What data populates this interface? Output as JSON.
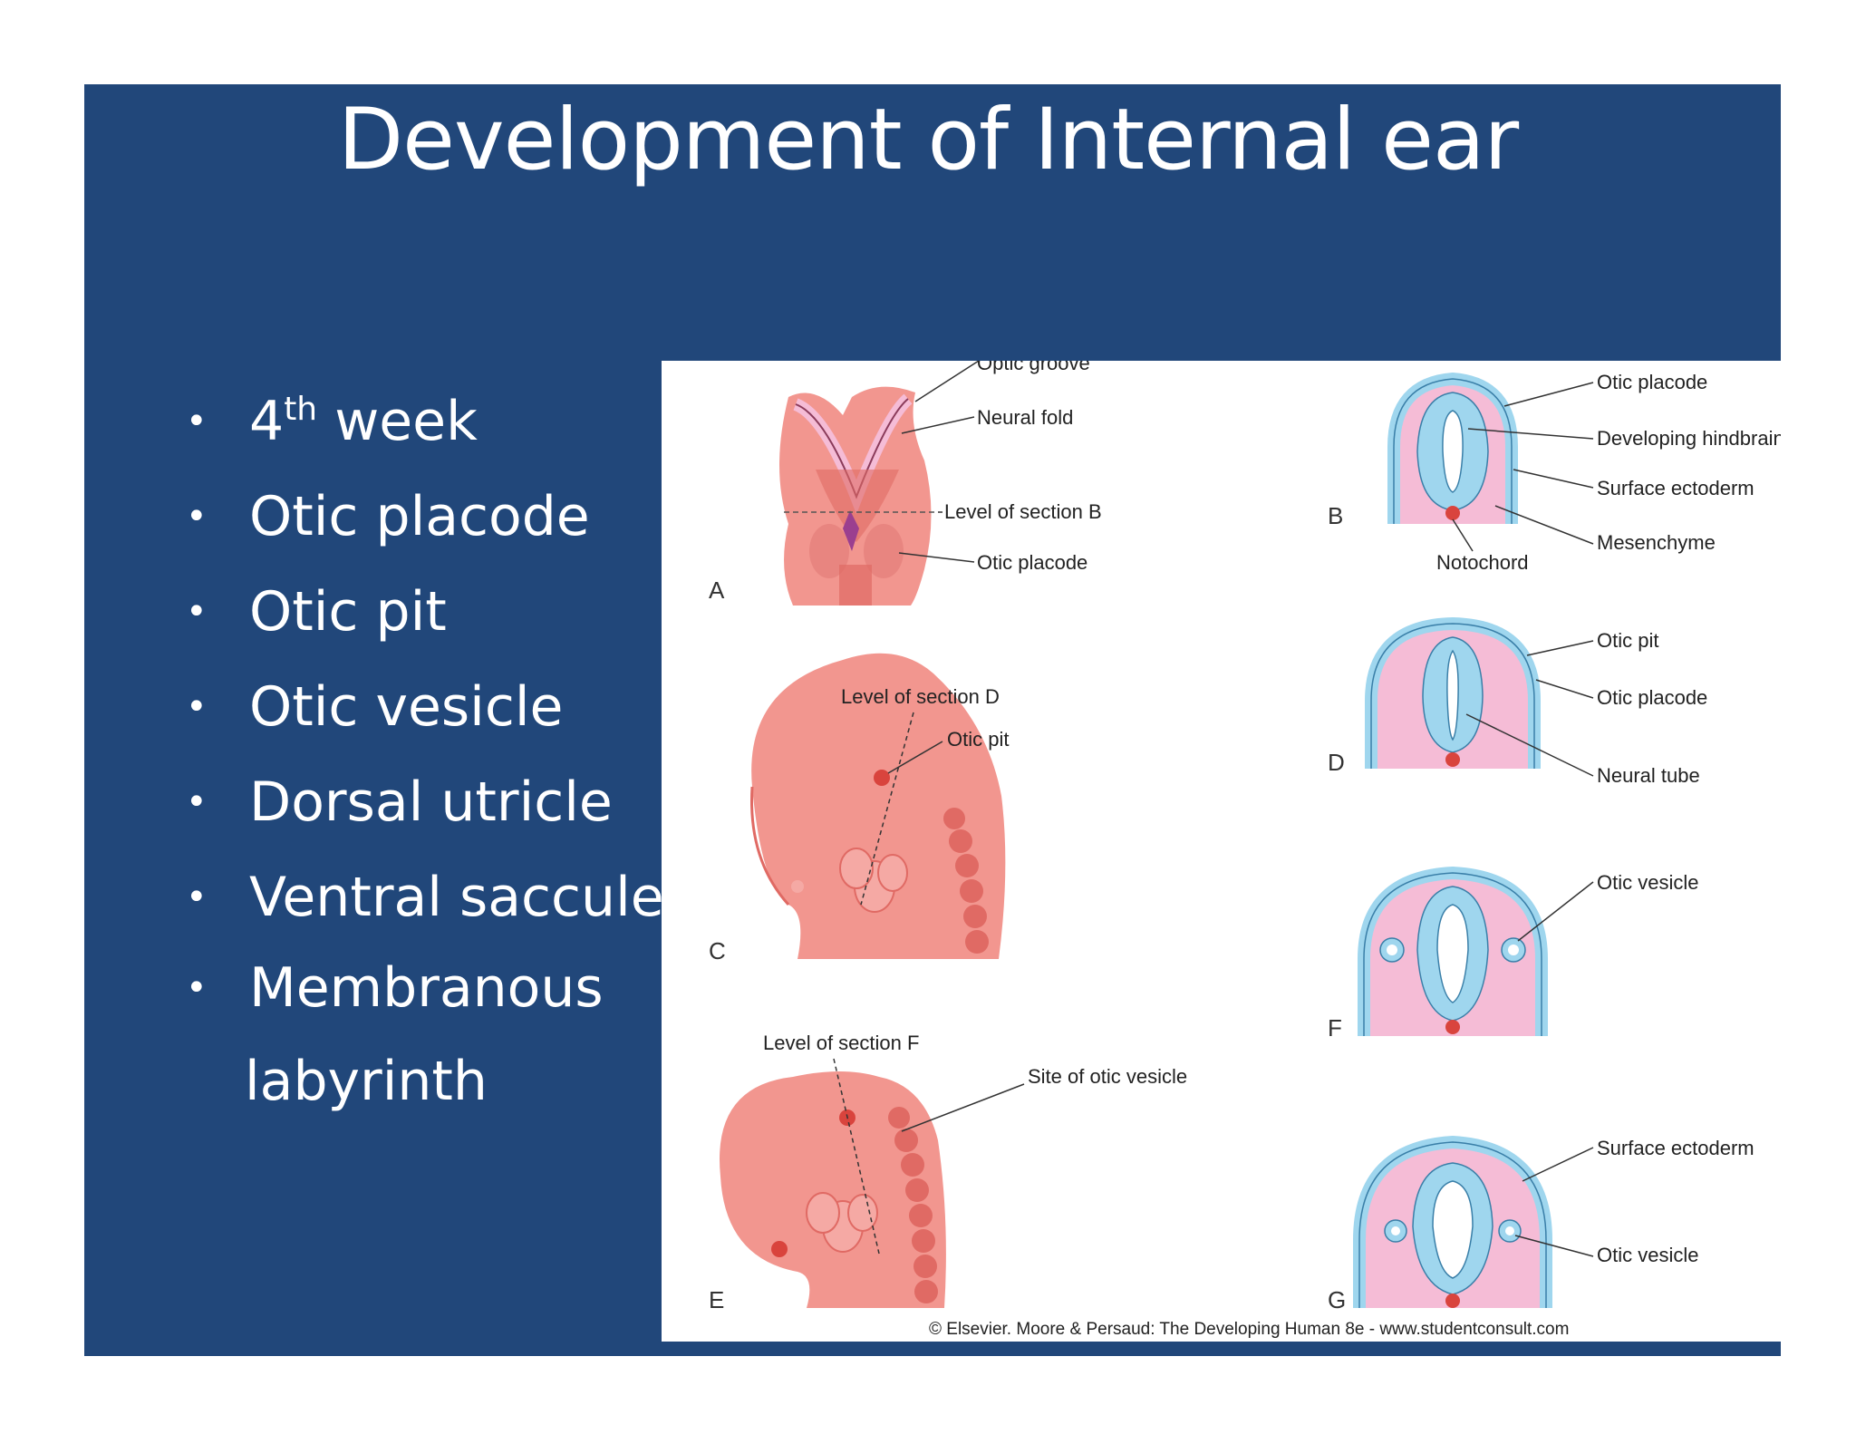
{
  "slide": {
    "title": "Development of Internal ear",
    "bullets": [
      {
        "main": "4",
        "sup": "th",
        "rest": " week"
      },
      {
        "main": "Otic placode"
      },
      {
        "main": "Otic pit"
      },
      {
        "main": "Otic vesicle"
      },
      {
        "main": "Dorsal utricle"
      },
      {
        "main": "Ventral saccule"
      },
      {
        "main": "Membranous"
      },
      {
        "main": "labyrinth"
      }
    ]
  },
  "figure": {
    "panel_letters": [
      "A",
      "B",
      "C",
      "D",
      "E",
      "F",
      "G"
    ],
    "labels": {
      "optic_groove": "Optic groove",
      "neural_fold": "Neural fold",
      "level_b": "Level of section B",
      "otic_placode_a": "Otic placode",
      "otic_placode_b": "Otic placode",
      "developing_hindbrain": "Developing hindbrain",
      "surface_ectoderm_b": "Surface ectoderm",
      "mesenchyme": "Mesenchyme",
      "notochord": "Notochord",
      "level_d": "Level of section D",
      "otic_pit_c": "Otic pit",
      "otic_pit_d": "Otic pit",
      "otic_placode_d": "Otic placode",
      "neural_tube": "Neural tube",
      "otic_vesicle_f": "Otic vesicle",
      "level_f": "Level of section F",
      "site_otic_vesicle": "Site of otic vesicle",
      "surface_ectoderm_g": "Surface ectoderm",
      "otic_vesicle_g": "Otic vesicle"
    },
    "copyright": "© Elsevier. Moore & Persaud: The Developing Human 8e - www.studentconsult.com",
    "colors": {
      "slide_bg": "#21477a",
      "embryo": "#f2968f",
      "embryo_dark": "#e06a64",
      "mesenchyme": "#f5bcd6",
      "ectoderm": "#9fd6ee",
      "notochord": "#d9443d"
    }
  }
}
